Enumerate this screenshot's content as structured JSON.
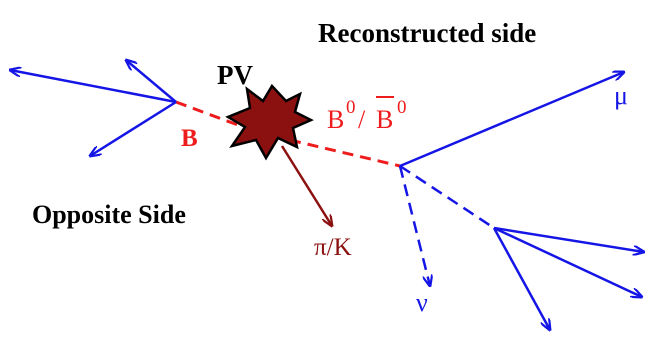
{
  "labels": {
    "reconstructed_side": "Reconstructed side",
    "opposite_side": "Opposite Side",
    "pv": "PV",
    "b": "B",
    "b_base": "B",
    "b_sup": "0",
    "b_slash": "/",
    "bbar_base": "B",
    "bbar_sup": "0",
    "mu": "μ",
    "pi_k": "π/K",
    "nu": "ν"
  },
  "colors": {
    "blue": "#1515e6",
    "red": "#ee1c1c",
    "darkred": "#8b1010",
    "pv_fill": "#8b1010",
    "text": "#000000"
  }
}
